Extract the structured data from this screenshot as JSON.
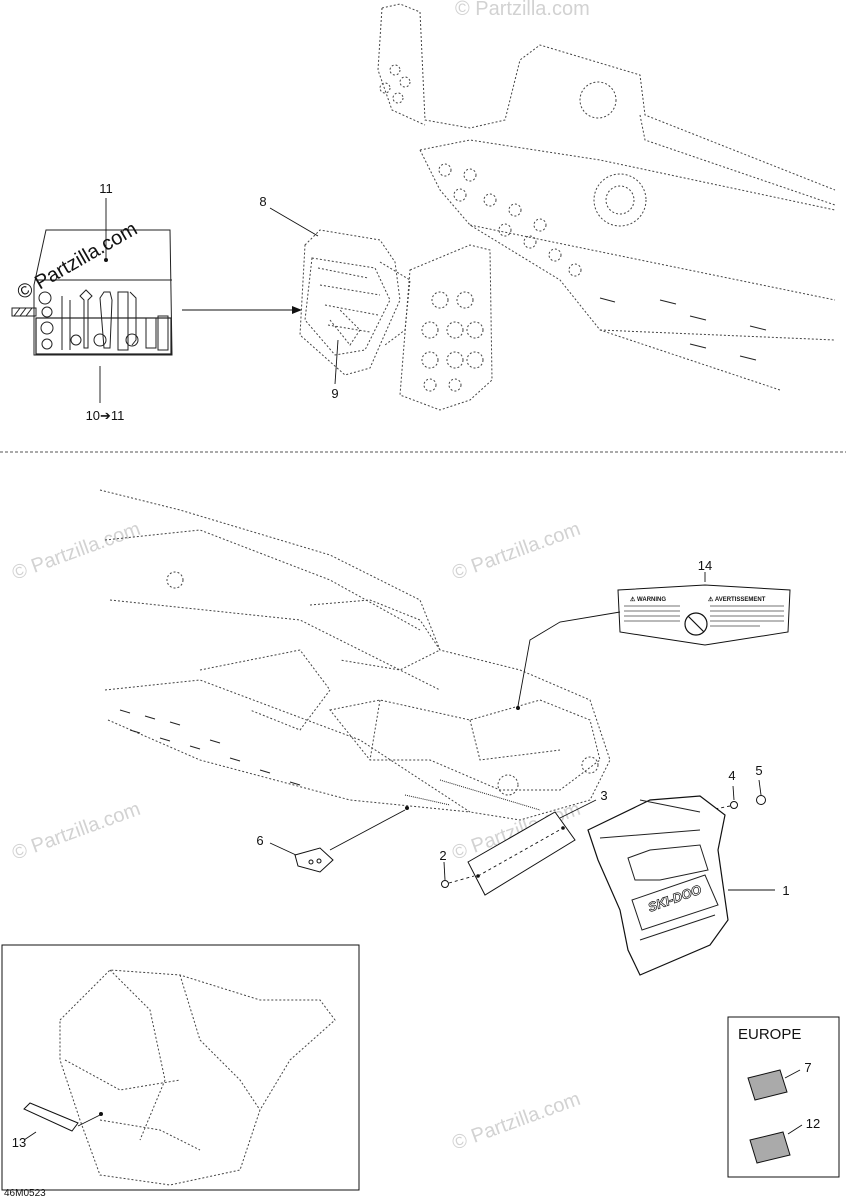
{
  "callouts": {
    "c1": "1",
    "c2": "2",
    "c3": "3",
    "c4": "4",
    "c5": "5",
    "c6": "6",
    "c7": "7",
    "c8": "8",
    "c9": "9",
    "c10_11": "10➔11",
    "c11": "11",
    "c12": "12",
    "c13": "13",
    "c14": "14"
  },
  "region_box": {
    "title": "EUROPE"
  },
  "flap_logo": "SKI-DOO",
  "warning_label": {
    "left_heading": "⚠ WARNING",
    "right_heading": "⚠ AVERTISSEMENT"
  },
  "watermark": {
    "main": "© Partzilla.com",
    "faint": "© Partzilla.com"
  },
  "figure_ref": "46M0523",
  "colors": {
    "line": "#222222",
    "watermark": "#d2d2d2",
    "background": "#ffffff"
  }
}
